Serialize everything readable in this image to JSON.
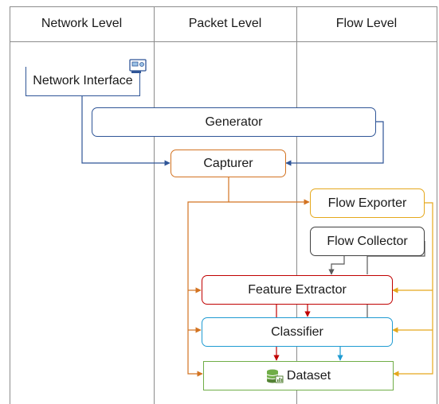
{
  "lanes": {
    "network": "Network Level",
    "packet": "Packet Level",
    "flow": "Flow Level"
  },
  "nodes": {
    "network_interface": "Network Interface",
    "generator": "Generator",
    "capturer": "Capturer",
    "flow_exporter": "Flow Exporter",
    "flow_collector": "Flow Collector",
    "feature_extractor": "Feature Extractor",
    "classifier": "Classifier",
    "dataset": "Dataset"
  },
  "icons": {
    "network_interface": "network-card-icon",
    "dataset": "database-icon"
  },
  "colors": {
    "network_interface": "#2f5597",
    "generator": "#2f5597",
    "capturer": "#d37321",
    "flow_exporter": "#e5a81c",
    "flow_collector": "#404040",
    "feature_extractor": "#c00000",
    "classifier": "#1f9bd2",
    "dataset": "#70ad47"
  }
}
